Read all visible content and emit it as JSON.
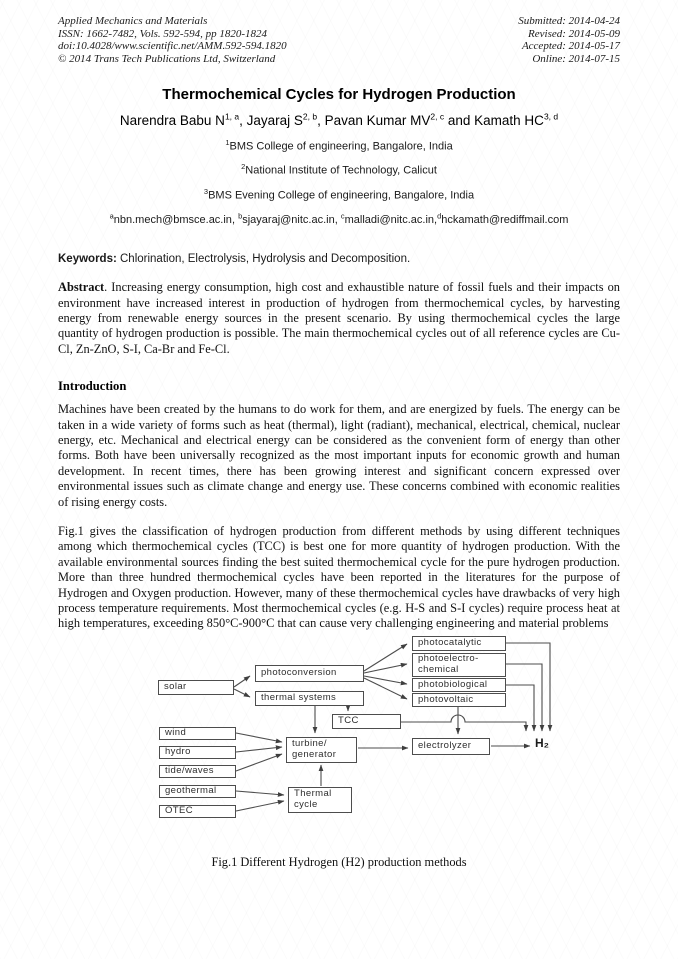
{
  "header": {
    "left_lines": [
      "Applied Mechanics and Materials",
      "ISSN: 1662-7482, Vols. 592-594, pp 1820-1824",
      "doi:10.4028/www.scientific.net/AMM.592-594.1820",
      "© 2014 Trans Tech Publications Ltd, Switzerland"
    ],
    "right_lines": [
      "Submitted: 2014-04-24",
      "Revised: 2014-05-09",
      "Accepted: 2014-05-17",
      "Online: 2014-07-15"
    ]
  },
  "title": "Thermochemical Cycles for Hydrogen Production",
  "authors": {
    "list": [
      {
        "lead": "",
        "name": "Narendra Babu N",
        "sup": "1, a"
      },
      {
        "lead": ", ",
        "name": "Jayaraj S",
        "sup": "2, b"
      },
      {
        "lead": ", ",
        "name": "Pavan Kumar MV",
        "sup": "2, c"
      },
      {
        "lead": " and ",
        "name": "Kamath HC",
        "sup": "3, d"
      }
    ]
  },
  "affiliations": [
    {
      "sup": "1",
      "text": "BMS College of engineering, Bangalore, India"
    },
    {
      "sup": "2",
      "text": "National Institute of Technology, Calicut"
    },
    {
      "sup": "3",
      "text": "BMS Evening College of engineering, Bangalore, India"
    }
  ],
  "emails": [
    {
      "lead": "",
      "sup": "a",
      "text": "nbn.mech@bmsce.ac.in"
    },
    {
      "lead": ", ",
      "sup": "b",
      "text": "sjayaraj@nitc.ac.in"
    },
    {
      "lead": ", ",
      "sup": "c",
      "text": "malladi@nitc.ac.in"
    },
    {
      "lead": ",",
      "sup": "d",
      "text": "hckamath@rediffmail.com"
    }
  ],
  "keywords": {
    "label": "Keywords:",
    "text": " Chlorination, Electrolysis, Hydrolysis and Decomposition."
  },
  "abstract": {
    "label": "Abstract",
    "text": ". Increasing energy consumption, high cost and exhaustible nature of fossil fuels and their impacts on environment have increased interest in production of hydrogen from thermochemical cycles, by harvesting energy from renewable energy sources in the present scenario. By using thermochemical cycles the large quantity of hydrogen production is possible. The main thermochemical cycles out of all reference cycles are Cu-Cl, Zn-ZnO, S-I, Ca-Br and Fe-Cl."
  },
  "introduction": {
    "heading": "Introduction",
    "p1": "Machines have been created by the humans to do work for them, and are energized by fuels. The energy can be taken in a wide variety of forms such as heat (thermal), light (radiant), mechanical, electrical, chemical, nuclear energy, etc. Mechanical and electrical energy can be considered as the convenient form of energy than other forms. Both have been universally recognized as the most important inputs for economic growth and human development. In recent times, there has been growing interest and significant concern expressed over environmental issues such as climate change and energy use. These concerns combined with economic realities of rising energy costs.",
    "p2": "Fig.1 gives the classification of hydrogen production from different methods by using different techniques among which thermochemical cycles (TCC) is best one for more quantity of hydrogen production. With the available environmental sources finding the best suited thermochemical cycle for the pure hydrogen production. More than three hundred thermochemical cycles have been reported in the literatures for the purpose of Hydrogen and Oxygen production. However, many of these thermochemical cycles have drawbacks of very high process temperature requirements. Most thermochemical cycles (e.g. H-S and S-I cycles) require process heat at high temperatures, exceeding 850°C-900°C that can cause very challenging engineering and material problems"
  },
  "figure": {
    "caption": "Fig.1 Different Hydrogen (H2) production methods",
    "nodes": {
      "solar": "solar",
      "photoconversion": "photoconversion",
      "thermal_systems": "thermal systems",
      "photocatalytic": "photocatalytic",
      "photoelectrochemical": "photoelectro-chemical",
      "photobiological": "photobiological",
      "photovoltaic": "photovoltaic",
      "tcc": "TCC",
      "wind": "wind",
      "hydro": "hydro",
      "tide_waves": "tide/waves",
      "geothermal": "geothermal",
      "otec": "OTEC",
      "turbine_generator": "turbine/ generator",
      "thermal_cycle": "Thermal cycle",
      "electrolyzer": "electrolyzer",
      "h2": "H₂"
    },
    "connections": [
      "solar → photoconversion",
      "solar → thermal systems",
      "photoconversion → photocatalytic",
      "photoconversion → photoelectro-chemical",
      "photoconversion → photobiological",
      "photoconversion → photovoltaic",
      "thermal systems → TCC",
      "thermal systems → turbine/generator",
      "photocatalytic → H2",
      "photoelectro-chemical → H2",
      "photobiological → H2",
      "TCC → H2",
      "photovoltaic → electrolyzer",
      "wind → turbine/generator",
      "hydro → turbine/generator",
      "tide/waves → turbine/generator",
      "geothermal → Thermal cycle",
      "OTEC → Thermal cycle",
      "Thermal cycle → turbine/generator",
      "turbine/generator → electrolyzer",
      "electrolyzer → H2"
    ],
    "line_color": "#4d4d4d"
  }
}
